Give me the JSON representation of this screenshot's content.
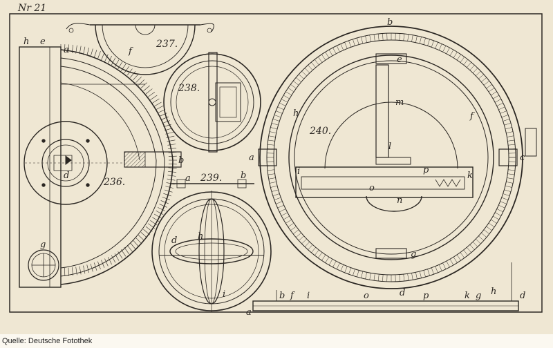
{
  "plate": {
    "number": "Nr 21",
    "credit": "Quelle: Deutsche Fotothek",
    "colors": {
      "paper": "#efe7d3",
      "ink": "#2a2622",
      "page": "#fbf8f0"
    }
  },
  "figures": {
    "f236": "236.",
    "f237": "237.",
    "f238": "238.",
    "f239": "239.",
    "f240": "240."
  },
  "labels": {
    "h_tl": "h",
    "e_tl": "e",
    "a_tl": "a",
    "b_236": "b",
    "d_236": "d",
    "g_236": "g",
    "f_237": "f",
    "a_239": "a",
    "b_239": "b",
    "h_239": "h",
    "d_239": "d",
    "i_239": "i",
    "a_239b": "a",
    "b_240": "b",
    "e_240": "e",
    "m_240": "m",
    "h_240": "h",
    "f_240": "f",
    "a_240": "a",
    "l_240": "l",
    "c_240": "c",
    "i_240": "i",
    "p_240": "p",
    "k_240": "k",
    "o_240": "o",
    "n_240": "n",
    "g_240": "g",
    "bar_b": "b",
    "bar_f": "f",
    "bar_i": "i",
    "bar_o": "o",
    "bar_d": "d",
    "bar_p": "p",
    "bar_k": "k",
    "bar_g": "g",
    "bar_h": "h",
    "bar_d2": "d"
  }
}
